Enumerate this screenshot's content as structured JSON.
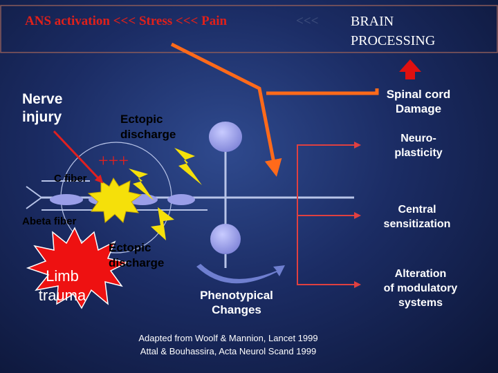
{
  "header": {
    "chain": "ANS activation <<< Stress <<< Pain",
    "arrow_fragment": "<<<",
    "brain_line1": "BRAIN",
    "brain_line2": "PROCESSING"
  },
  "labels": {
    "nerve_injury_1": "Nerve",
    "nerve_injury_2": "injury",
    "ectopic_top_1": "Ectopic",
    "ectopic_top_2": "discharge",
    "plus_signs": "+++",
    "c_fiber": "C fiber",
    "abeta_fiber": "Abeta fiber",
    "ectopic_bottom_1": "Ectopic",
    "ectopic_bottom_2": "discharge",
    "limb_trauma_1": "Limb",
    "limb_trauma_2": "trauma",
    "phenotypical_1": "Phenotypical",
    "phenotypical_2": "Changes",
    "spinal_1": "Spinal cord",
    "spinal_2": "Damage",
    "neuro_1": "Neuro-",
    "neuro_2": "plasticity",
    "central_1": "Central",
    "central_2": "sensitization",
    "alteration_1": "Alteration",
    "alteration_2": "of modulatory",
    "alteration_3": "systems"
  },
  "citation": {
    "line1": "Adapted from Woolf & Mannion, Lancet 1999",
    "line2": "Attal & Bouhassira, Acta Neurol Scand 1999"
  },
  "colors": {
    "background": "#1b2c64",
    "header_text": "#e0201a",
    "arrow_orange": "#ff6a1a",
    "up_arrow_red": "#e01010",
    "bracket_red": "#e04040",
    "neuron_purple": "#9a9ee8",
    "fiber_grey": "#b8c4e8",
    "star_yellow": "#f5e00a",
    "star_red": "#ee1111"
  }
}
